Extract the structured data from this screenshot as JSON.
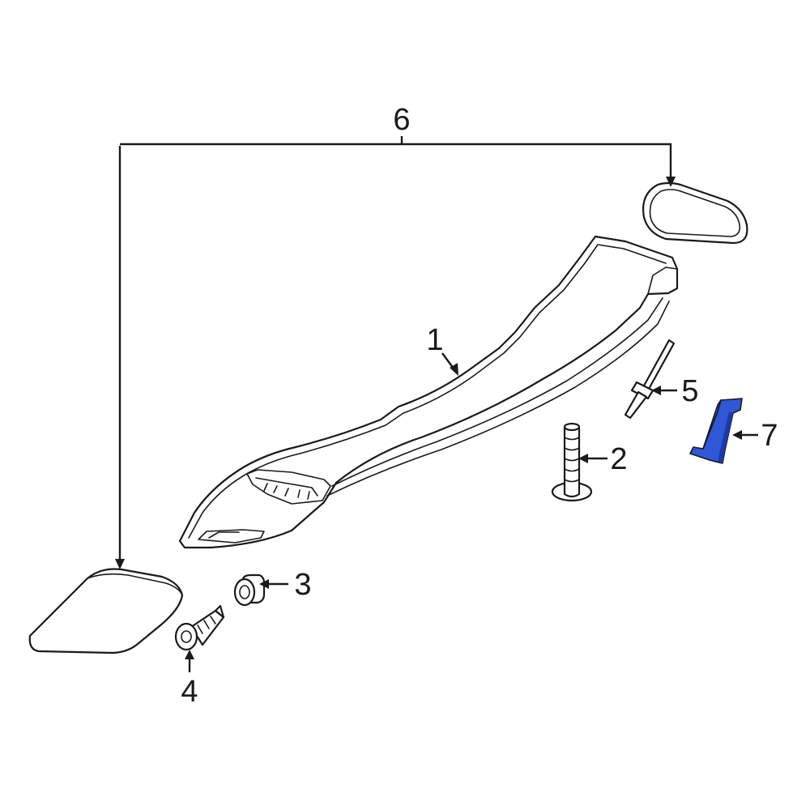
{
  "callouts": {
    "c1": "1",
    "c2": "2",
    "c3": "3",
    "c4": "4",
    "c5": "5",
    "c6": "6",
    "c7": "7"
  },
  "colors": {
    "line": "#1a1a1a",
    "highlight": "#2f57d6",
    "highlight_shadow": "#1c3aa8",
    "background": "#ffffff"
  }
}
